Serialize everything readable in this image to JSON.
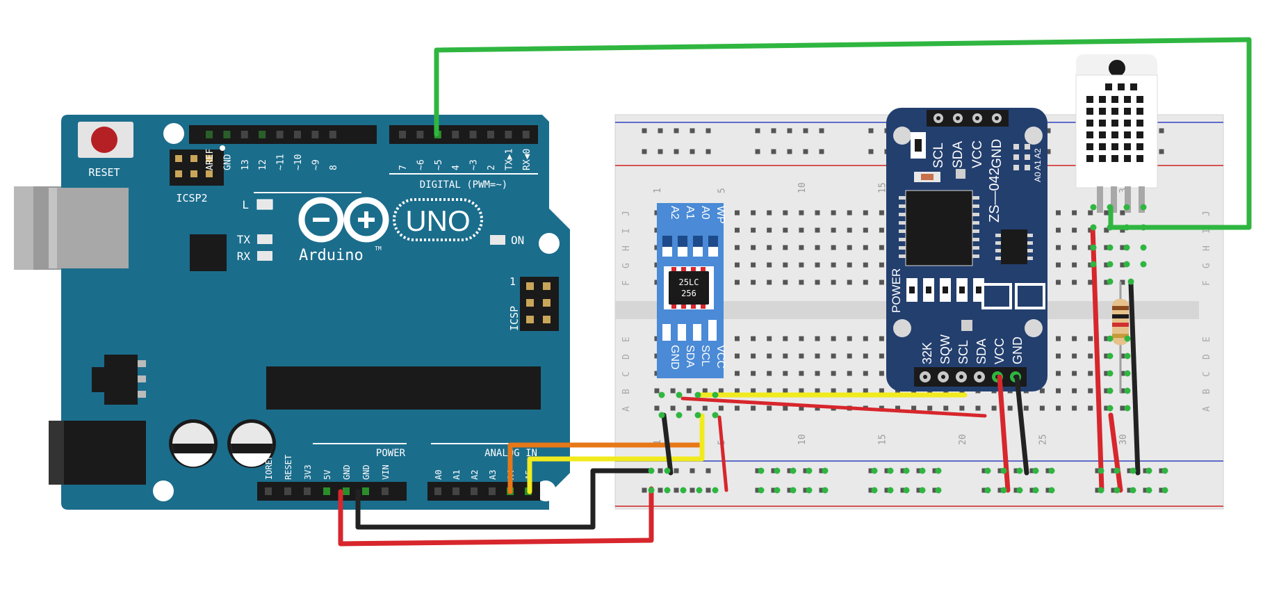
{
  "arduino": {
    "reset_label": "RESET",
    "icsp2_label": "ICSP2",
    "icsp_label": "ICSP",
    "icsp_pin_one": "1",
    "digital_header_label": "DIGITAL (PWM=~)",
    "digital_pins_left": [
      "AREF",
      "GND",
      "13",
      "12",
      "~11",
      "~10",
      "~9",
      "8"
    ],
    "digital_pins_right": [
      "7",
      "~6",
      "~5",
      "4",
      "~3",
      "2",
      "TX▶1",
      "RX◀0"
    ],
    "led_l": "L",
    "led_tx": "TX",
    "led_rx": "RX",
    "led_on": "ON",
    "brand_uno": "UNO",
    "brand_name": "Arduino",
    "brand_tm": "TM",
    "power_header_label": "POWER",
    "analog_header_label": "ANALOG IN",
    "power_pins": [
      "IOREF",
      "RESET",
      "3V3",
      "5V",
      "GND",
      "GND",
      "VIN"
    ],
    "analog_pins": [
      "A0",
      "A1",
      "A2",
      "A3",
      "A4",
      "A5"
    ]
  },
  "breadboard": {
    "column_numbers": [
      "1",
      "5",
      "10",
      "15",
      "20",
      "25",
      "30"
    ],
    "row_letters_top": [
      "J",
      "I",
      "H",
      "G",
      "F"
    ],
    "row_letters_bottom": [
      "E",
      "D",
      "C",
      "B",
      "A"
    ]
  },
  "eeprom": {
    "top_labels": [
      "A2",
      "A1",
      "A0",
      "WP"
    ],
    "chip_text_line1": "25LC",
    "chip_text_line2": "256",
    "bottom_labels": [
      "GND",
      "SDA",
      "SCL",
      "VCC"
    ]
  },
  "rtc": {
    "top_labels": [
      "SCL",
      "SDA",
      "VCC",
      "GND"
    ],
    "address_labels": [
      "A0",
      "A1",
      "A2"
    ],
    "model_label": "ZS—042",
    "power_label": "POWER",
    "bottom_labels": [
      "32K",
      "SQW",
      "SCL",
      "SDA",
      "VCC",
      "GND"
    ]
  },
  "colors": {
    "board_teal": "#1b6d8c",
    "wire_green": "#2fb640",
    "wire_red": "#d7262c",
    "wire_black": "#222222",
    "wire_yellow": "#f1ea1e",
    "wire_orange": "#e67818",
    "module_blue": "#233f6e",
    "eeprom_blue": "#4a8ad6",
    "breadboard_bg": "#e9e9e9"
  }
}
